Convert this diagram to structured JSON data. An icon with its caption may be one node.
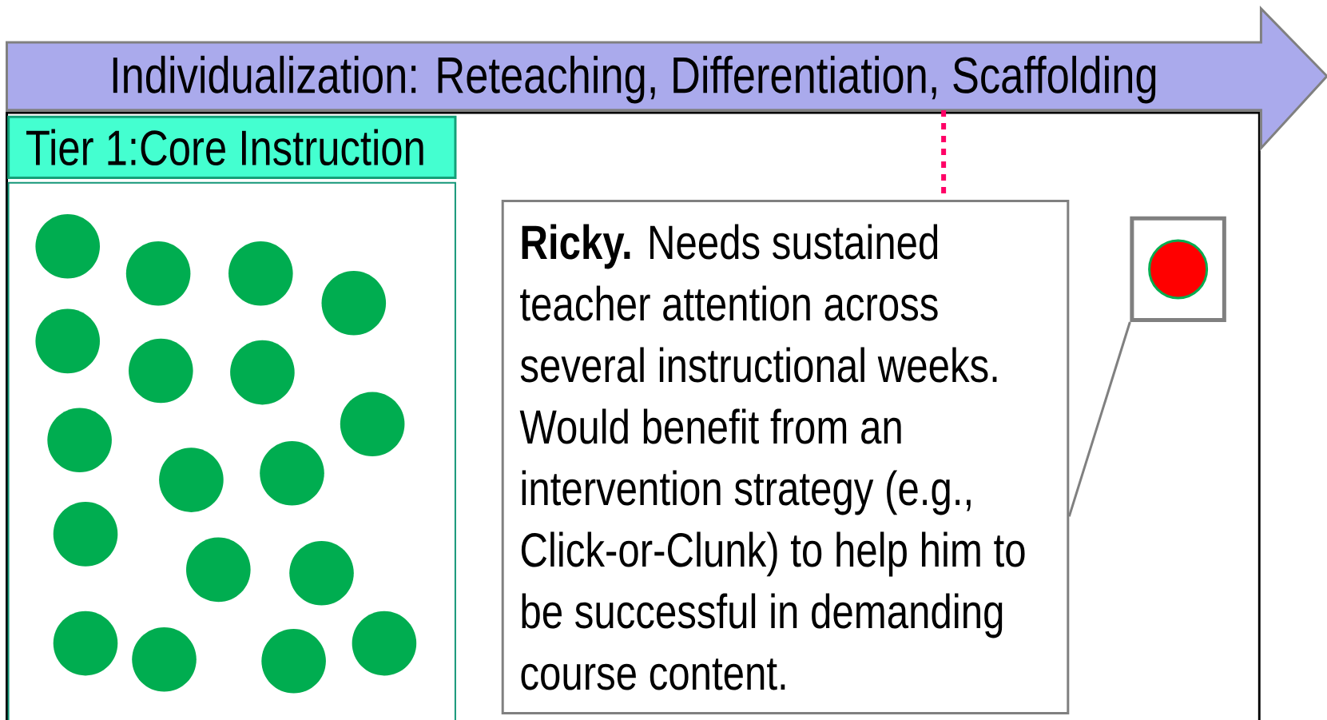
{
  "diagram": {
    "nodes": [
      {
        "text": [
          "Individualization: Reteaching, Differentiation, Scaffolding"
        ]
      },
      {
        "text": [
          "Tier 1:Core Instruction"
        ]
      },
      {
        "text": [
          "**Ricky.** Needs sustained teacher attention across several instructional weeks. Would benefit from an intervention strategy (e.g., Click-or-Clunk) to help him to be successful in demanding course content."
        ]
      },
      {
        "text": [],
        "shape": "box"
      }
    ],
    "edges": [
      {
        "from": 2,
        "to": 3,
        "arrow": "none"
      },
      {
        "from": 0,
        "to": 2,
        "arrow": "none",
        "style": "dashed",
        "color": "#ff0066"
      }
    ]
  }
}
